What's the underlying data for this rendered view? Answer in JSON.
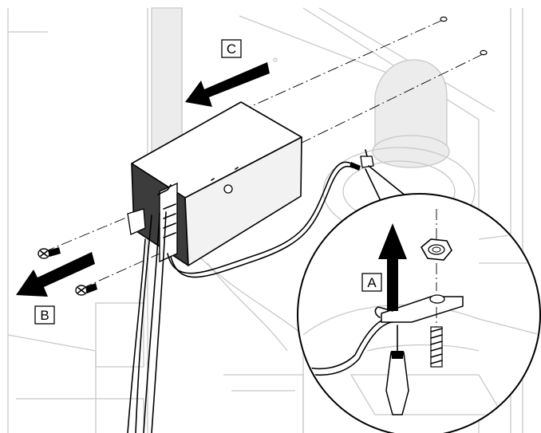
{
  "labels": {
    "a": "A",
    "b": "B",
    "c": "C"
  },
  "colors": {
    "line": "#000000",
    "ghost": "#c8c8c8",
    "ghost_fill": "#ececec",
    "box_side": "#3c3c3c",
    "box_front": "#f2f2f2",
    "box_top": "#ffffff"
  }
}
